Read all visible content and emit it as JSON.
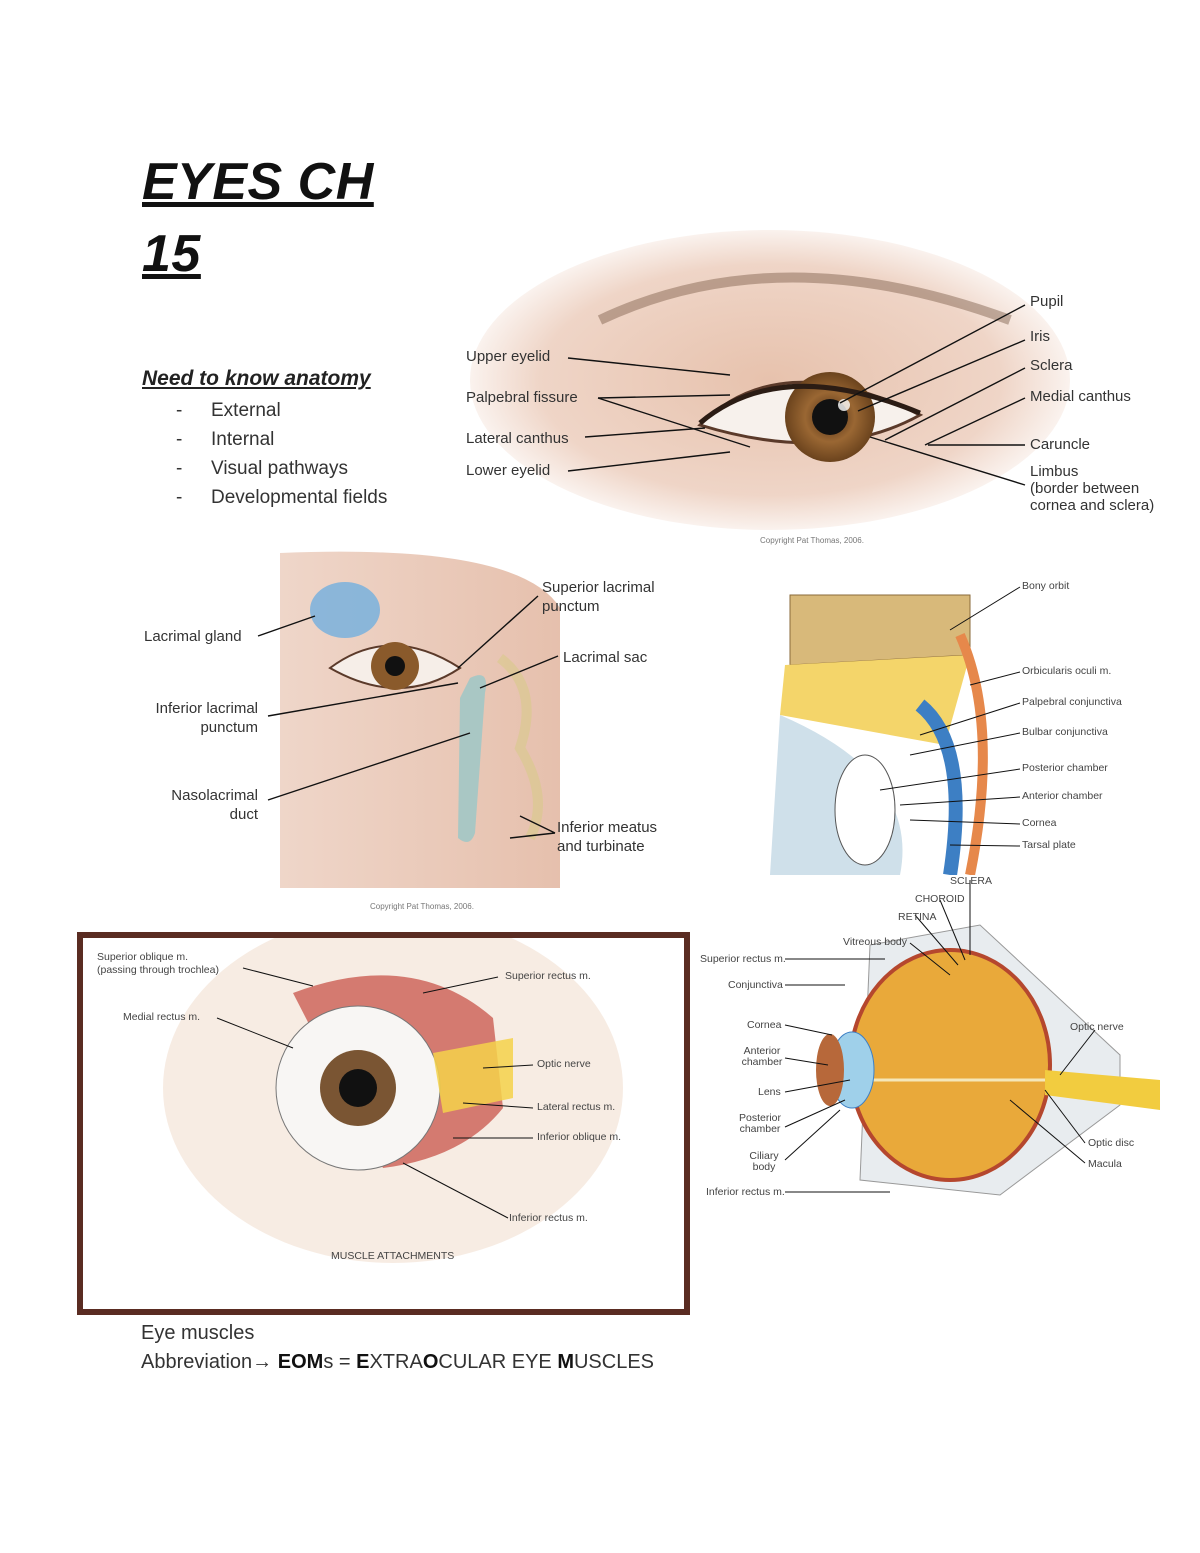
{
  "title": {
    "line1": "EYES CH",
    "line2": "15"
  },
  "section": {
    "heading": "Need to know anatomy",
    "items": [
      "External",
      "Internal",
      "Visual pathways",
      "Developmental fields"
    ]
  },
  "external_eye": {
    "left_labels": [
      "Upper eyelid",
      "Palpebral fissure",
      "Lateral canthus",
      "Lower eyelid"
    ],
    "right_labels": [
      "Pupil",
      "Iris",
      "Sclera",
      "Medial canthus",
      "Caruncle",
      "Limbus",
      "(border between",
      "cornea and sclera)"
    ],
    "credit": "Copyright Pat Thomas, 2006."
  },
  "lacrimal": {
    "labels": {
      "lacrimal_gland": "Lacrimal gland",
      "inferior_punctum_1": "Inferior lacrimal",
      "inferior_punctum_2": "punctum",
      "nasolacrimal_1": "Nasolacrimal",
      "nasolacrimal_2": "duct",
      "superior_punctum_1": "Superior lacrimal",
      "superior_punctum_2": "punctum",
      "lacrimal_sac": "Lacrimal sac",
      "inferior_meatus_1": "Inferior meatus",
      "inferior_meatus_2": "and turbinate"
    },
    "credit": "Copyright Pat Thomas, 2006."
  },
  "eyelid_section": {
    "labels": [
      "Bony orbit",
      "Orbicularis oculi m.",
      "Palpebral conjunctiva",
      "Bulbar conjunctiva",
      "Posterior chamber",
      "Anterior chamber",
      "Cornea",
      "Tarsal plate"
    ]
  },
  "muscles": {
    "labels": {
      "sup_oblique_1": "Superior oblique m.",
      "sup_oblique_2": "(passing through trochlea)",
      "medial_rectus": "Medial rectus m.",
      "superior_rectus": "Superior rectus m.",
      "optic_nerve": "Optic nerve",
      "lateral_rectus": "Lateral rectus m.",
      "inferior_oblique": "Inferior oblique m.",
      "inferior_rectus": "Inferior rectus m."
    },
    "caption": "MUSCLE ATTACHMENTS"
  },
  "internal_eye": {
    "labels": {
      "sclera": "SCLERA",
      "choroid": "CHOROID",
      "retina": "RETINA",
      "vitreous": "Vitreous body",
      "superior_rectus": "Superior rectus m.",
      "conjunctiva": "Conjunctiva",
      "cornea": "Cornea",
      "anterior_1": "Anterior",
      "anterior_2": "chamber",
      "lens": "Lens",
      "posterior_1": "Posterior",
      "posterior_2": "chamber",
      "ciliary_1": "Ciliary",
      "ciliary_2": "body",
      "inferior_rectus": "Inferior rectus m.",
      "optic_nerve": "Optic nerve",
      "optic_disc": "Optic disc",
      "macula": "Macula"
    }
  },
  "footer": {
    "line1": "Eye muscles",
    "line2_prefix": "Abbreviation→ ",
    "abbr": [
      [
        "E",
        "O",
        "M"
      ],
      "s = ",
      [
        "E",
        "XTRA",
        "O",
        "CULAR EYE ",
        "M",
        "USCLES"
      ]
    ]
  },
  "colors": {
    "frame": "#5a2c22",
    "iris": "#8a5a2b",
    "lacrimal_blue": "#7fb3dc",
    "vitreous": "#e9a93a"
  }
}
